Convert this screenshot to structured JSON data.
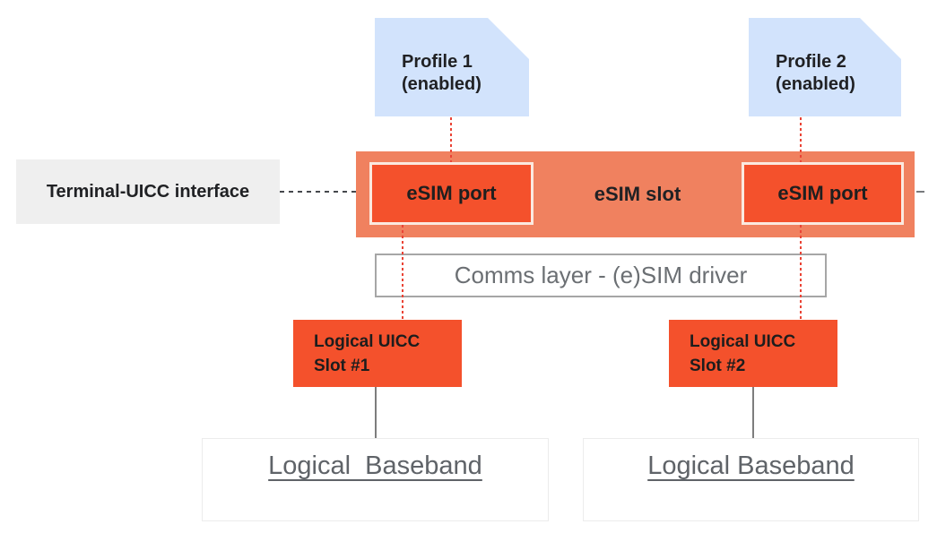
{
  "profile1": {
    "name": "Profile 1",
    "state": "(enabled)"
  },
  "profile2": {
    "name": "Profile 2",
    "state": "(enabled)"
  },
  "terminal": {
    "label": "Terminal-UICC interface"
  },
  "slot": {
    "label": "eSIM slot"
  },
  "port1": {
    "label": "eSIM port"
  },
  "port2": {
    "label": "eSIM port"
  },
  "comms": {
    "label": "Comms layer - (e)SIM driver"
  },
  "uicc1": {
    "line1": "Logical UICC",
    "line2": "Slot #1"
  },
  "uicc2": {
    "line1": "Logical UICC",
    "line2": "Slot #2"
  },
  "baseband1": {
    "label": "Logical  Baseband"
  },
  "baseband2": {
    "label": "Logical Baseband"
  },
  "colors": {
    "profile_blue": "#d2e3fc",
    "slot_salmon": "#f0815f",
    "port_orange": "#f4512c",
    "port_border": "#fbe9df",
    "dotted_red": "#ea4335",
    "terminal_bg": "#efefef",
    "text_dark": "#202124",
    "text_gray": "#5f6368",
    "comms_border": "#a6a6a6"
  }
}
